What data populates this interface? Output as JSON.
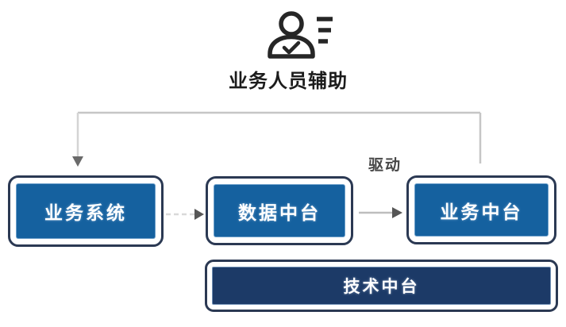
{
  "title": "业务人员辅助",
  "drive_label": "驱动",
  "icon": "person-with-checkmark-and-list-icon",
  "boxes": {
    "business_system": "业务系统",
    "data_platform": "数据中台",
    "business_platform": "业务中台",
    "tech_platform": "技术中台"
  },
  "colors": {
    "box_blue": "#15619f",
    "tech_navy": "#1c3a67",
    "border_navy": "#2b3953",
    "connector_gray": "#c6c6c6",
    "arrow_dark": "#565656",
    "label_dark": "#1c1c1c",
    "drive_gray": "#474747"
  }
}
